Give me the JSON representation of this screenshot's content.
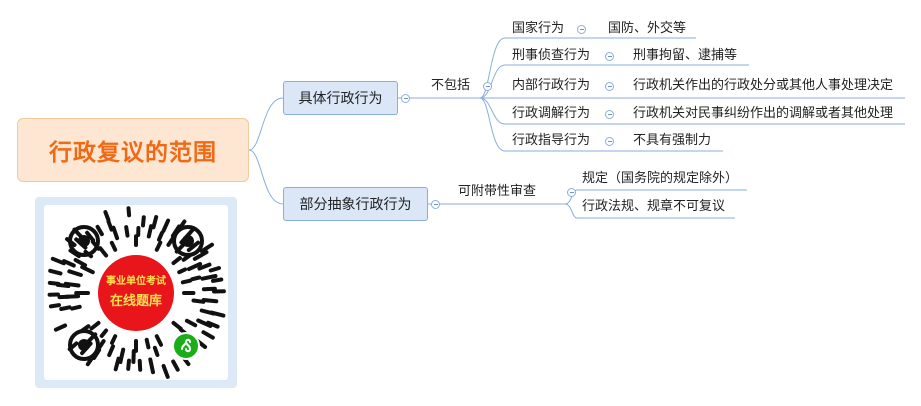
{
  "root": {
    "title": "行政复议的范围"
  },
  "branches": [
    {
      "label": "具体行政行为",
      "sub": "不包括",
      "items": [
        {
          "name": "国家行为",
          "desc": "国防、外交等"
        },
        {
          "name": "刑事侦查行为",
          "desc": "刑事拘留、逮捕等"
        },
        {
          "name": "内部行政行为",
          "desc": "行政机关作出的行政处分或其他人事处理决定"
        },
        {
          "name": "行政调解行为",
          "desc": "行政机关对民事纠纷作出的调解或者其他处理"
        },
        {
          "name": "行政指导行为",
          "desc": "不具有强制力"
        }
      ]
    },
    {
      "label": "部分抽象行政行为",
      "sub": "可附带性审查",
      "items": [
        {
          "desc": "规定（国务院的规定除外）"
        },
        {
          "desc": "行政法规、规章不可复议"
        }
      ]
    }
  ],
  "qr": {
    "line1": "事业单位考试",
    "line2": "在线题库"
  },
  "colors": {
    "root_text": "#f06a16",
    "root_bg": "#fde7d3",
    "node_bg": "#dbe7f7",
    "line": "#8aaedb",
    "qr_red": "#e8151b",
    "qr_text": "#ffe14d",
    "badge_green": "#1aad19"
  }
}
